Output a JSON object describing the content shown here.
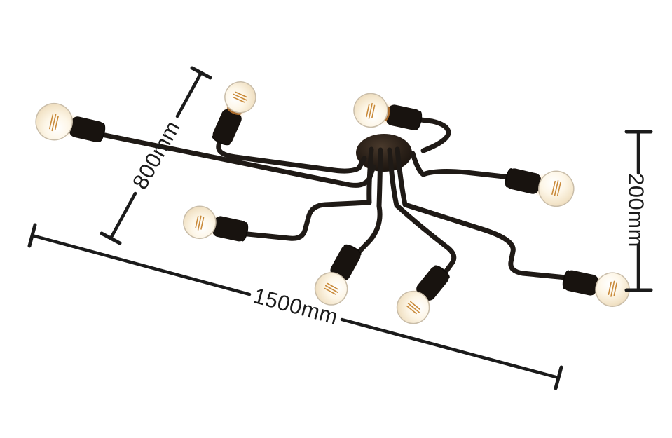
{
  "scene": {
    "background": "#ffffff",
    "subject": "multi-arm-industrial-ceiling-light",
    "bulb_count": 8
  },
  "dimensions": {
    "width": {
      "label": "1500mm",
      "orientation": "diagonal-bottom"
    },
    "depth": {
      "label": "800mm",
      "orientation": "diagonal-left"
    },
    "height": {
      "label": "200mm",
      "orientation": "vertical-right"
    }
  },
  "colors": {
    "line": "#1b1b1b",
    "fixture": "#1f1a16",
    "bulb_glass": "#f7ecd8",
    "filament": "#c98a3a",
    "copper_collar": "#a96a2b"
  }
}
